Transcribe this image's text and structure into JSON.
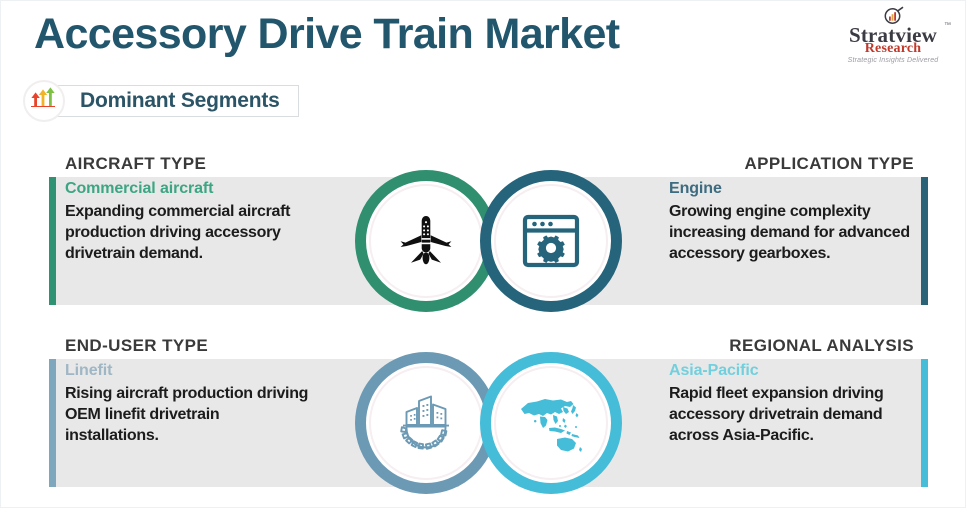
{
  "header": {
    "title": "Accessory Drive Train Market"
  },
  "logo": {
    "mark_icon": "magnifier-bar-chart-icon",
    "name": "Stratview",
    "trademark": "™",
    "subname": "Research",
    "tagline": "Strategic Insights Delivered"
  },
  "badge": {
    "icon": "growth-arrows-icon",
    "label": "Dominant Segments",
    "arrow_colors": [
      "#e8442c",
      "#f0b429",
      "#7cc142"
    ]
  },
  "colors": {
    "title": "#21566c",
    "panel_bg": "#e8e8e8",
    "heading": "#3a3a3a",
    "body": "#1c1c1c",
    "accent_green": "#2f8f6f",
    "accent_teal": "#2a6378",
    "accent_steel": "#6c9ab4",
    "accent_cyan": "#45bcd8"
  },
  "segments": [
    {
      "heading": "AIRCRAFT TYPE",
      "subtitle": "Commercial aircraft",
      "subtitle_color": "#3ca583",
      "description": "Expanding commercial aircraft production driving accessory drivetrain demand.",
      "icon": "airplane-icon",
      "ring_color": "#2f8f6f",
      "bar_color": "#2f9272",
      "icon_color": "#101010",
      "side": "left",
      "row": 1
    },
    {
      "heading": "APPLICATION TYPE",
      "subtitle": "Engine",
      "subtitle_color": "#3d6b80",
      "description": "Growing engine complexity increasing demand for advanced accessory gearboxes.",
      "icon": "browser-gear-icon",
      "ring_color": "#25647b",
      "bar_color": "#2a6378",
      "icon_color": "#25647b",
      "side": "right",
      "row": 1
    },
    {
      "heading": "END-USER TYPE",
      "subtitle": "Linefit",
      "subtitle_color": "#9fb6c4",
      "description": "Rising aircraft production driving OEM linefit drivetrain installations.",
      "icon": "factory-gear-icon",
      "ring_color": "#6c9ab4",
      "bar_color": "#7ea6bd",
      "icon_color": "#6c9ab4",
      "side": "left",
      "row": 2
    },
    {
      "heading": "REGIONAL ANALYSIS",
      "subtitle": "Asia-Pacific",
      "subtitle_color": "#72cfdd",
      "description": "Rapid fleet expansion driving accessory drivetrain demand across Asia-Pacific.",
      "icon": "asia-pacific-map-icon",
      "ring_color": "#45bcd8",
      "bar_color": "#45bcd8",
      "icon_color": "#45bcd8",
      "side": "right",
      "row": 2
    }
  ]
}
